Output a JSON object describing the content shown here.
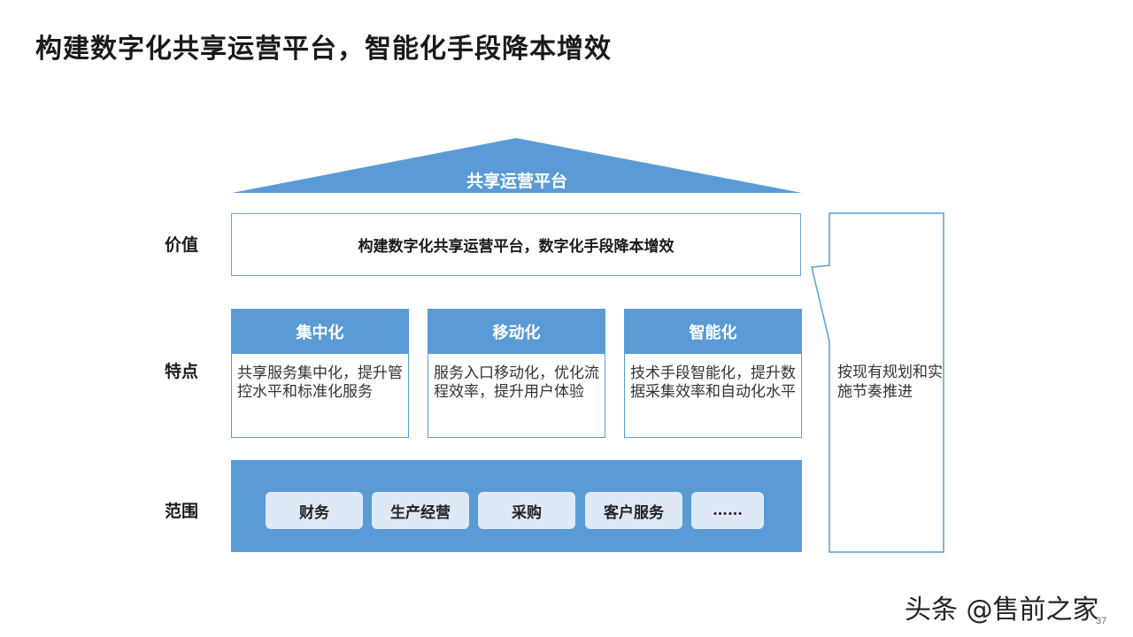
{
  "title": "构建数字化共享运营平台，智能化手段降本增效",
  "roof_label": "共享运营平台",
  "rows": {
    "value": "价值",
    "features": "特点",
    "scope": "范围"
  },
  "value_text": "构建数字化共享运营平台，数字化手段降本增效",
  "features": [
    {
      "head": "集中化",
      "body": "共享服务集中化，提升管控水平和标准化服务"
    },
    {
      "head": "移动化",
      "body": "服务入口移动化，优化流程效率，提升用户体验"
    },
    {
      "head": "智能化",
      "body": "技术手段智能化，提升数据采集效率和自动化水平"
    }
  ],
  "scope_items": [
    "财务",
    "生产经营",
    "采购",
    "客户服务",
    "……"
  ],
  "side_note": "按现有规划和实施节奏推进",
  "watermark": "头条 @售前之家",
  "page_number": "37",
  "colors": {
    "primary": "#5b9bd5",
    "pill": "#dfe9f6",
    "border": "#6aa3d4"
  }
}
